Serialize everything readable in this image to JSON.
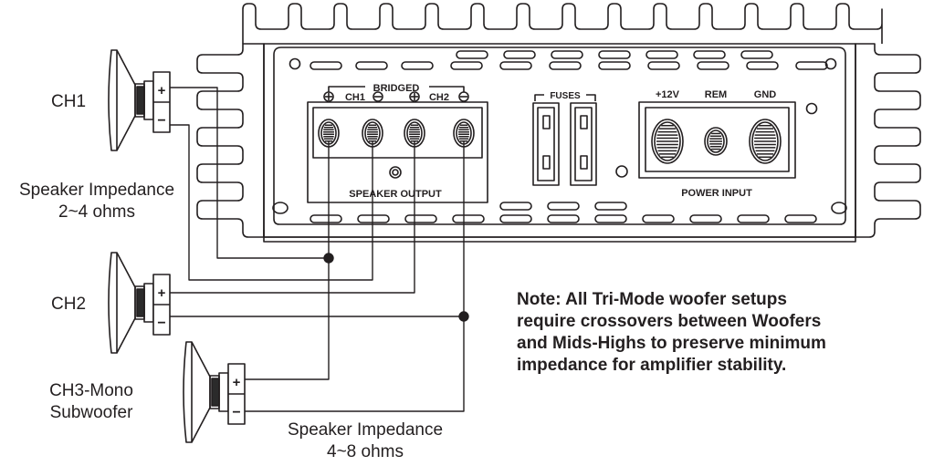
{
  "labels": {
    "ch1": "CH1",
    "ch2": "CH2",
    "ch3_line1": "CH3-Mono",
    "ch3_line2": "Subwoofer",
    "impedance_a_line1": "Speaker Impedance",
    "impedance_a_line2": "2~4 ohms",
    "impedance_b_line1": "Speaker Impedance",
    "impedance_b_line2": "4~8 ohms"
  },
  "amplifier": {
    "bridged": "BRIDGED",
    "terminal_ch1": "CH1",
    "terminal_ch2": "CH2",
    "speaker_output": "SPEAKER OUTPUT",
    "fuses": "FUSES",
    "power_12v": "+12V",
    "power_rem": "REM",
    "power_gnd": "GND",
    "power_input": "POWER INPUT"
  },
  "note": {
    "heading": "Note:",
    "line1": " All Tri-Mode woofer setups",
    "line2": "require crossovers between Woofers",
    "line3": "and Mids-Highs to preserve minimum",
    "line4": "impedance for amplifier stability."
  },
  "symbols": {
    "plus": "+",
    "minus": "−"
  },
  "colors": {
    "line": "#231f20",
    "background": "#ffffff",
    "speaker_cap": "#2b2b2b"
  }
}
